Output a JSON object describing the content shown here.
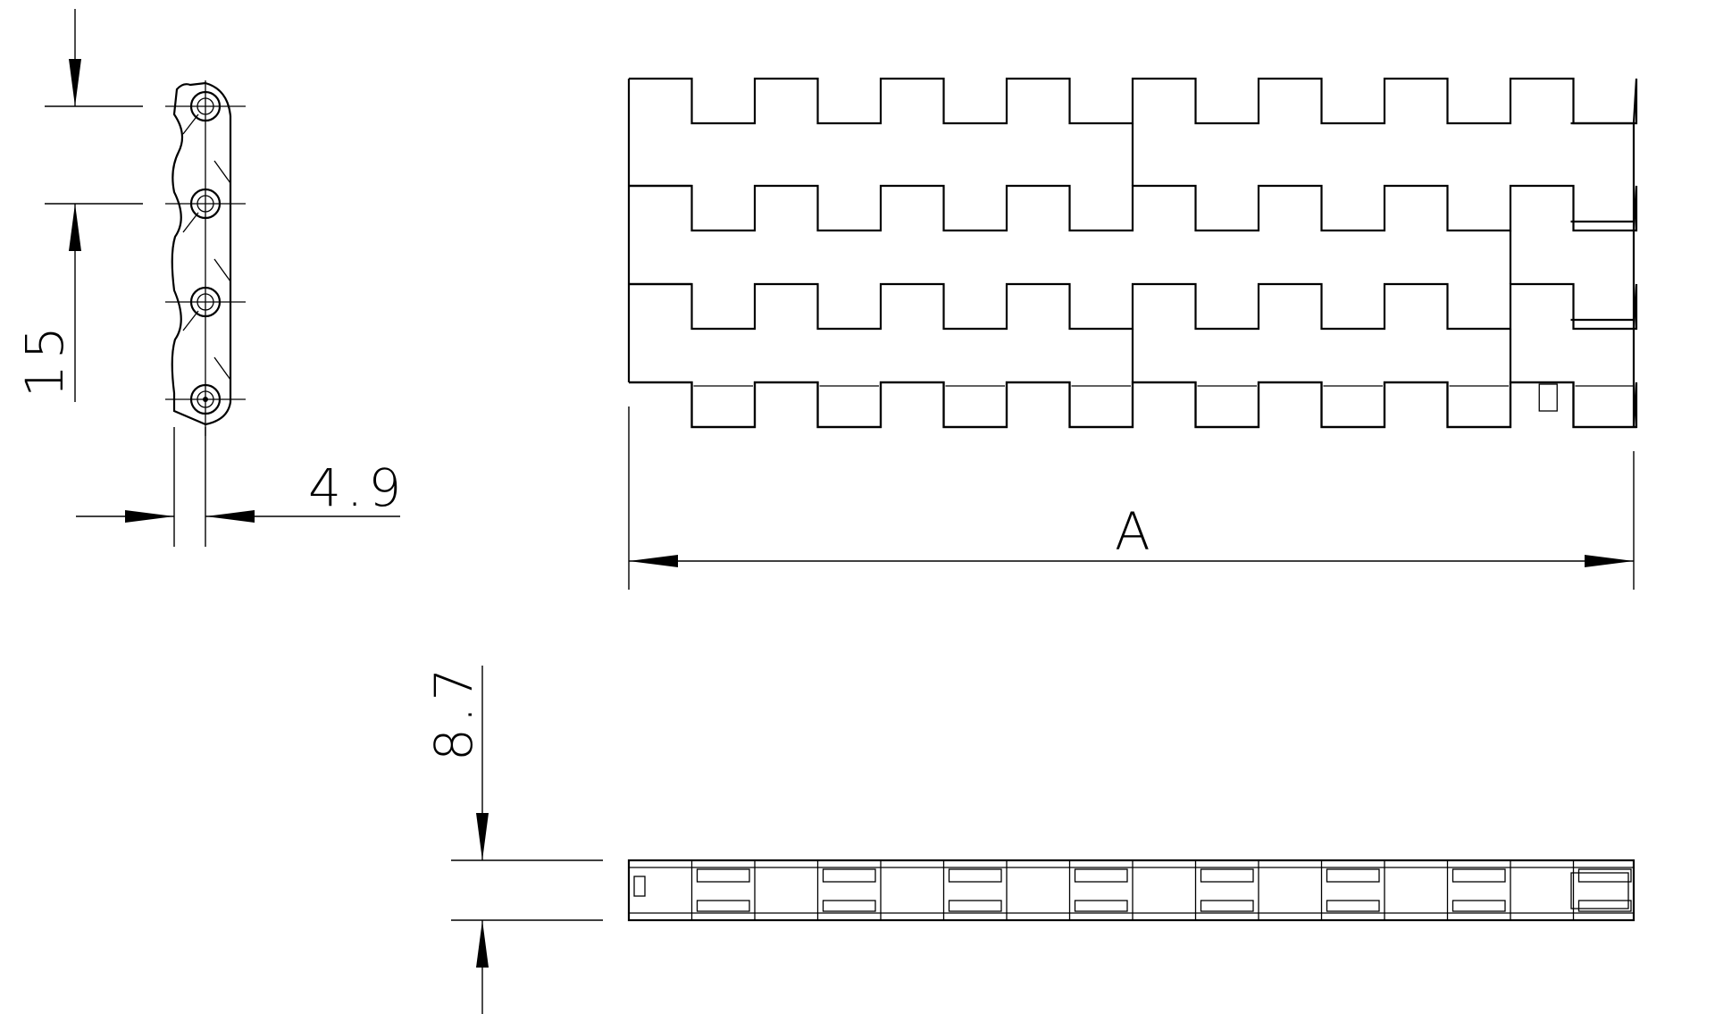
{
  "dimensions": {
    "pitch": "15",
    "pin_offset": "4.9",
    "width": "A",
    "height": "8.7"
  },
  "belt": {
    "rows": 4,
    "modules_per_row": 8,
    "module_brick_offsets": [
      [
        0,
        4
      ],
      [
        0,
        7
      ],
      [
        0,
        4,
        7
      ],
      [
        0,
        4
      ]
    ]
  }
}
